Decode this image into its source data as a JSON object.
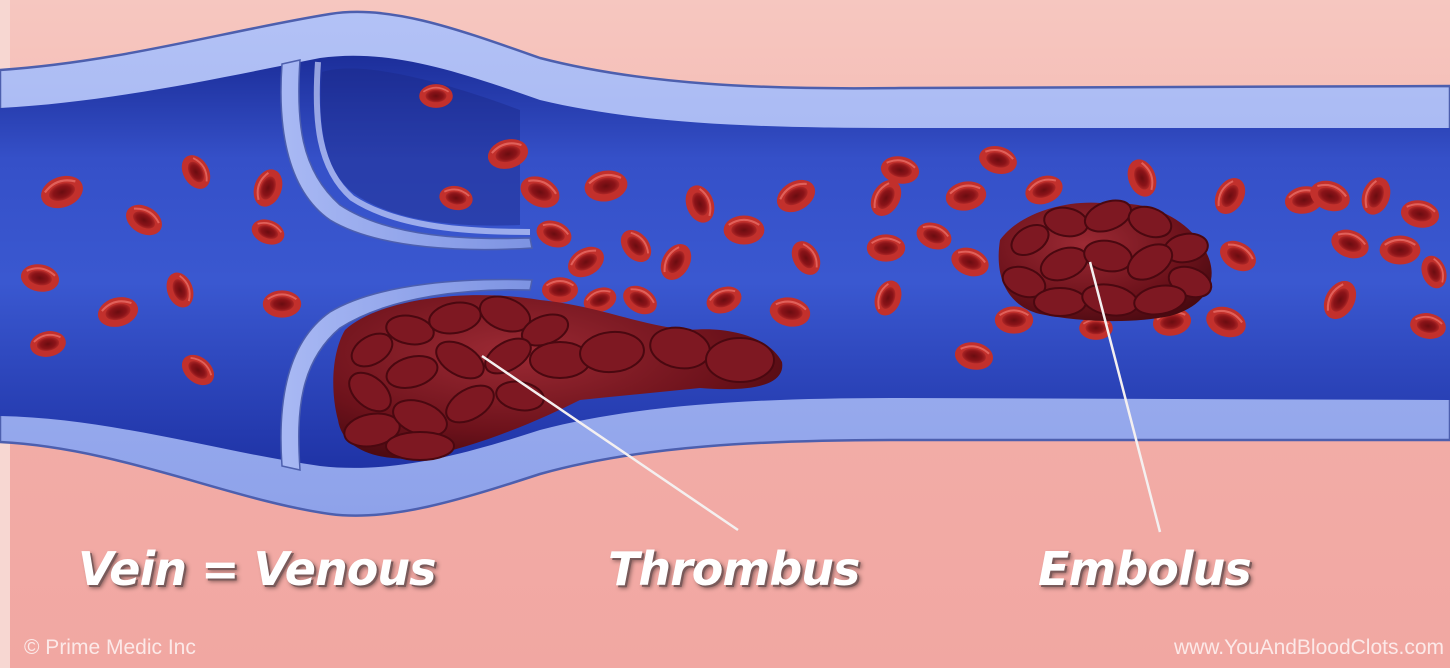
{
  "labels": {
    "vein": "Vein = Venous",
    "thrombus": "Thrombus",
    "embolus": "Embolus"
  },
  "footer": {
    "copyright": "© Prime Medic Inc",
    "website": "www.YouAndBloodClots.com"
  },
  "colors": {
    "background": "#f4b3ae",
    "vessel_wall": "#9db0f0",
    "vessel_lumen": "#2c42b8",
    "blood_cell": "#a01818",
    "clot": "#6a0f16",
    "label_text": "#ffffff"
  }
}
